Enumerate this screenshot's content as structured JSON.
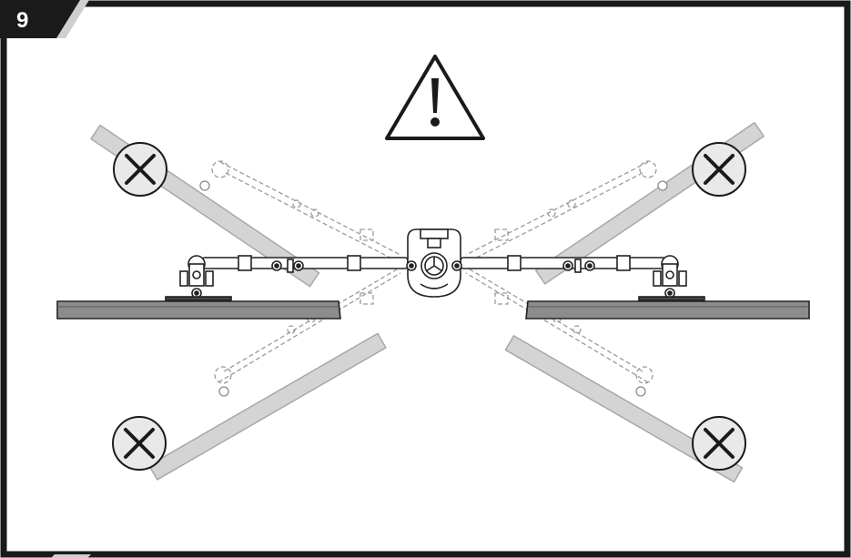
{
  "step": {
    "number": "9"
  },
  "colors": {
    "frame": "#1a1a1a",
    "tab_accent": "#cfcfcf",
    "ghost_fill": "#d4d4d4",
    "ghost_stroke": "#a8a8a8",
    "monitor_fill": "#8c8c8c",
    "line": "#222222",
    "x_circle_fill": "#e9e9e9"
  },
  "icons": {
    "warning": "warning-triangle-icon",
    "not_allowed": "x-mark-icon"
  },
  "positions": {
    "allowed": "horizontal",
    "not_allowed": [
      "tilt-up-left",
      "tilt-up-right",
      "tilt-down-left",
      "tilt-down-right"
    ]
  }
}
